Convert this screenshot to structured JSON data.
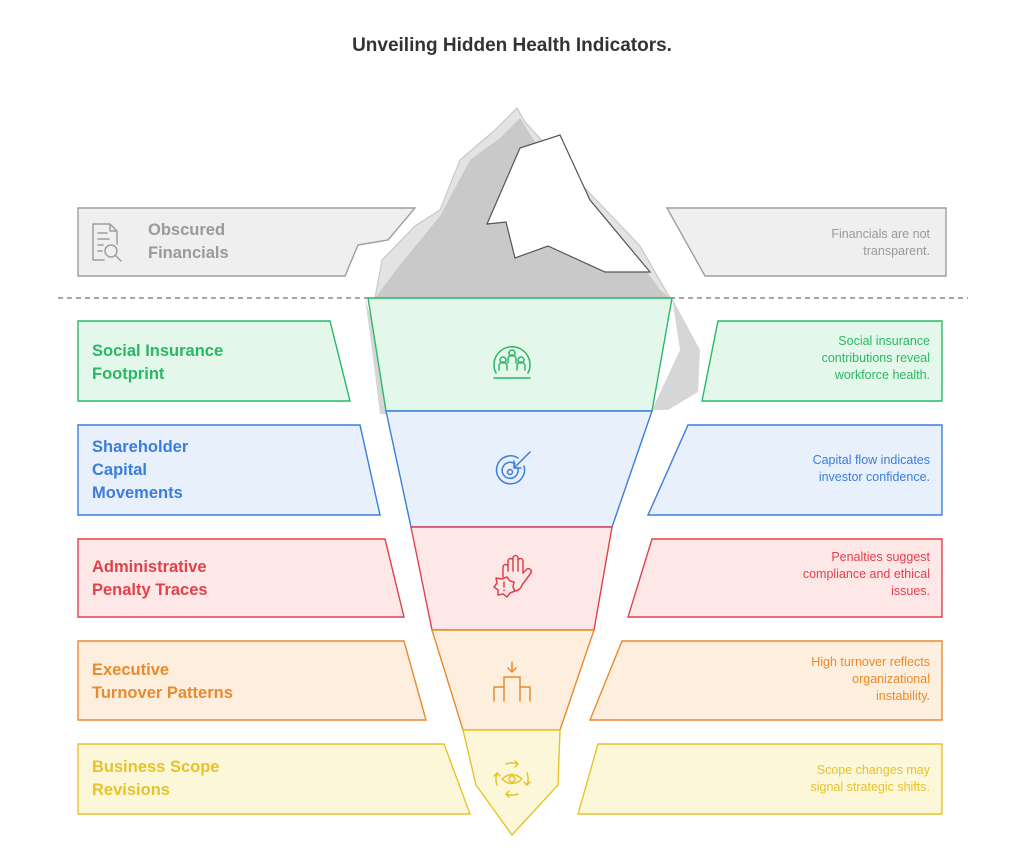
{
  "title": "Unveiling Hidden Health Indicators.",
  "surface": {
    "label_lines": [
      "Obscured",
      "Financials"
    ],
    "description_lines": [
      "Financials are not",
      "transparent."
    ],
    "icon": "document-search-icon",
    "color": "#9e9e9e",
    "fill": "#efefef"
  },
  "layers": [
    {
      "label_lines": [
        "Social Insurance",
        "Footprint"
      ],
      "description_lines": [
        "Social insurance",
        "contributions reveal",
        "workforce health."
      ],
      "icon": "people-group-icon",
      "color": "#2bb866",
      "fill": "#e3f8ea"
    },
    {
      "label_lines": [
        "Shareholder",
        "Capital",
        "Movements"
      ],
      "description_lines": [
        "Capital flow indicates",
        "investor confidence."
      ],
      "icon": "target-arrow-icon",
      "color": "#3b7ddd",
      "fill": "#e8f0fc"
    },
    {
      "label_lines": [
        "Administrative",
        "Penalty Traces"
      ],
      "description_lines": [
        "Penalties suggest",
        "compliance and ethical",
        "issues."
      ],
      "icon": "hand-alert-icon",
      "color": "#e0424b",
      "fill": "#fde7e7"
    },
    {
      "label_lines": [
        "Executive",
        "Turnover Patterns"
      ],
      "description_lines": [
        "High turnover reflects",
        "organizational",
        "instability."
      ],
      "icon": "podium-arrow-icon",
      "color": "#ea8a2e",
      "fill": "#fdeede"
    },
    {
      "label_lines": [
        "Business Scope",
        "Revisions"
      ],
      "description_lines": [
        "Scope changes may",
        "signal strategic shifts."
      ],
      "icon": "eye-cycle-icon",
      "color": "#e6c32a",
      "fill": "#fcf7d9"
    }
  ]
}
